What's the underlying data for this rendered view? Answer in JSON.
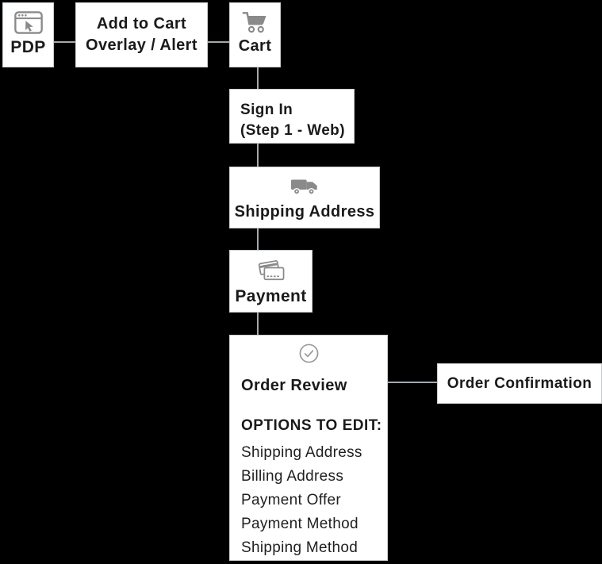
{
  "canvas": {
    "background_color": "#000000",
    "node_background_color": "#ffffff",
    "node_border_color": "#c9cdd0",
    "connector_color": "#a4a9ac",
    "text_color": "#1a1a1a",
    "icon_color": "#8a8a8a"
  },
  "nodes": {
    "pdp": {
      "label": "PDP",
      "icon": "browser-cursor-icon"
    },
    "add_to_cart": {
      "label_line1": "Add to Cart",
      "label_line2": "Overlay / Alert"
    },
    "cart": {
      "label": "Cart",
      "icon": "shopping-cart-icon"
    },
    "sign_in": {
      "label_line1": "Sign In",
      "label_line2": "(Step 1 - Web)"
    },
    "shipping_address": {
      "label": "Shipping Address",
      "icon": "delivery-truck-icon"
    },
    "payment": {
      "label": "Payment",
      "icon": "credit-card-icon"
    },
    "order_review": {
      "icon": "check-circle-icon",
      "title": "Order Review",
      "options_heading": "OPTIONS TO EDIT:",
      "options": [
        "Shipping Address",
        "Billing Address",
        "Payment Offer",
        "Payment Method",
        "Shipping Method"
      ]
    },
    "order_confirmation": {
      "label": "Order Confirmation"
    }
  }
}
